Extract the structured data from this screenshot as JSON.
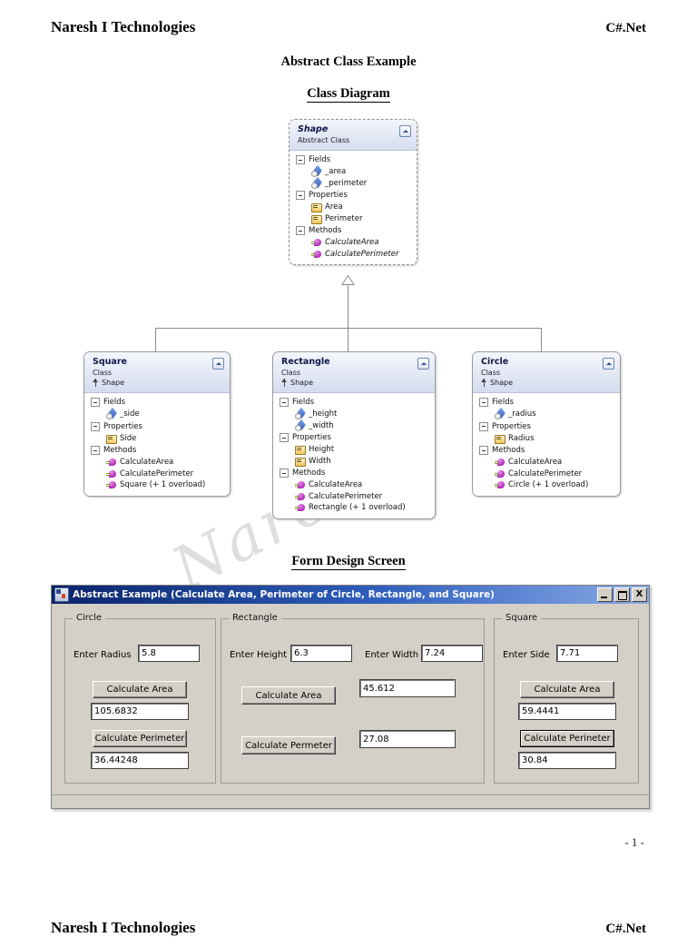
{
  "document": {
    "header_left": "Naresh I Technologies",
    "header_right": "C#.Net",
    "title": "Abstract Class Example",
    "class_diagram_heading": "Class Diagram",
    "form_design_heading": "Form Design Screen",
    "page_number": "- 1 -",
    "watermark_text": "Naresh"
  },
  "class_diagram": {
    "shape": {
      "name": "Shape",
      "kind": "Abstract Class",
      "groups": [
        {
          "label": "Fields",
          "icon": "field-icon",
          "members": [
            {
              "name": "_area",
              "italic": false
            },
            {
              "name": "_perimeter",
              "italic": false
            }
          ]
        },
        {
          "label": "Properties",
          "icon": "property-icon",
          "members": [
            {
              "name": "Area",
              "italic": false
            },
            {
              "name": "Perimeter",
              "italic": false
            }
          ]
        },
        {
          "label": "Methods",
          "icon": "method-icon",
          "members": [
            {
              "name": "CalculateArea",
              "italic": true
            },
            {
              "name": "CalculatePerimeter",
              "italic": true
            }
          ]
        }
      ]
    },
    "square": {
      "name": "Square",
      "kind": "Class",
      "base": "Shape",
      "groups": [
        {
          "label": "Fields",
          "icon": "field-icon",
          "members": [
            {
              "name": "_side",
              "italic": false
            }
          ]
        },
        {
          "label": "Properties",
          "icon": "property-icon",
          "members": [
            {
              "name": "Side",
              "italic": false
            }
          ]
        },
        {
          "label": "Methods",
          "icon": "method-icon",
          "members": [
            {
              "name": "CalculateArea",
              "italic": false
            },
            {
              "name": "CalculatePerimeter",
              "italic": false
            },
            {
              "name": "Square (+ 1 overload)",
              "italic": false
            }
          ]
        }
      ]
    },
    "rectangle": {
      "name": "Rectangle",
      "kind": "Class",
      "base": "Shape",
      "groups": [
        {
          "label": "Fields",
          "icon": "field-icon",
          "members": [
            {
              "name": "_height",
              "italic": false
            },
            {
              "name": "_width",
              "italic": false
            }
          ]
        },
        {
          "label": "Properties",
          "icon": "property-icon",
          "members": [
            {
              "name": "Height",
              "italic": false
            },
            {
              "name": "Width",
              "italic": false
            }
          ]
        },
        {
          "label": "Methods",
          "icon": "method-icon",
          "members": [
            {
              "name": "CalculateArea",
              "italic": false
            },
            {
              "name": "CalculatePerimeter",
              "italic": false
            },
            {
              "name": "Rectangle (+ 1 overload)",
              "italic": false
            }
          ]
        }
      ]
    },
    "circle": {
      "name": "Circle",
      "kind": "Class",
      "base": "Shape",
      "groups": [
        {
          "label": "Fields",
          "icon": "field-icon",
          "members": [
            {
              "name": "_radius",
              "italic": false
            }
          ]
        },
        {
          "label": "Properties",
          "icon": "property-icon",
          "members": [
            {
              "name": "Radius",
              "italic": false
            }
          ]
        },
        {
          "label": "Methods",
          "icon": "method-icon",
          "members": [
            {
              "name": "CalculateArea",
              "italic": false
            },
            {
              "name": "CalculatePerimeter",
              "italic": false
            },
            {
              "name": "Circle (+ 1 overload)",
              "italic": false
            }
          ]
        }
      ]
    }
  },
  "form": {
    "title": "Abstract Example (Calculate Area, Perimeter of Circle, Rectangle, and Square)",
    "window_buttons": {
      "minimize": "minimize-icon",
      "maximize": "maximize-icon",
      "close": "X"
    },
    "circle_group": {
      "label": "Circle",
      "radius_label": "Enter Radius",
      "radius_value": "5.8",
      "area_button": "Calculate Area",
      "area_value": "105.6832",
      "perimeter_button": "Calculate Perimeter",
      "perimeter_value": "36.44248"
    },
    "rectangle_group": {
      "label": "Rectangle",
      "height_label": "Enter Height",
      "height_value": "6.3",
      "width_label": "Enter Width",
      "width_value": "7.24",
      "area_button": "Calculate Area",
      "area_value": "45.612",
      "perimeter_button": "Calculate Permeter",
      "perimeter_value": "27.08"
    },
    "square_group": {
      "label": "Square",
      "side_label": "Enter Side",
      "side_value": "7.71",
      "area_button": "Calculate Area",
      "area_value": "59.4441",
      "perimeter_button": "Calculate Perineter",
      "perimeter_value": "30.84"
    }
  },
  "next_page": {
    "header_left": "Naresh I Technologies",
    "header_right": "C#.Net"
  },
  "colors": {
    "titlebar_start": "#0a246a",
    "titlebar_end": "#8aaae6",
    "form_face": "#d4d0c8",
    "uml_header": "#d4dcef",
    "uml_border": "#9a9a9a"
  }
}
